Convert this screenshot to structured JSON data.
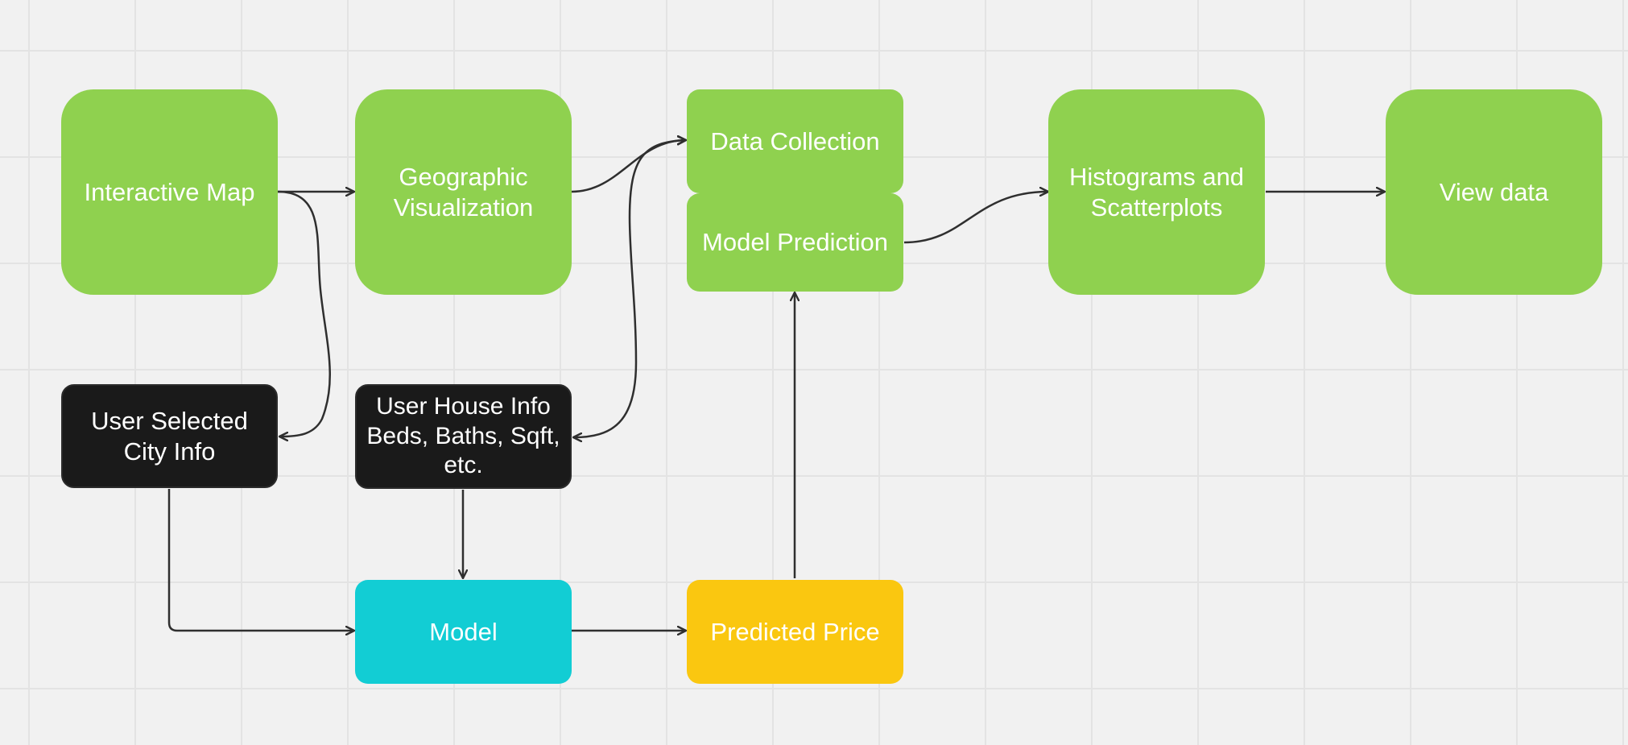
{
  "diagram": {
    "colors": {
      "background": "#f1f1f1",
      "grid": "#e3e3e3",
      "process": "#8fd14f",
      "input": "#1a1a1a",
      "model": "#12cdd4",
      "output": "#fac710",
      "connector": "#2f2f2f",
      "text": "#ffffff"
    },
    "nodes": {
      "interactive_map": {
        "label": "Interactive Map"
      },
      "geographic_visualization": {
        "line1": "Geographic",
        "line2": "Visualization"
      },
      "data_collection": {
        "label": "Data Collection"
      },
      "model_prediction": {
        "label": "Model Prediction"
      },
      "histograms_scatterplots": {
        "line1": "Histograms and",
        "line2": "Scatterplots"
      },
      "view_data": {
        "label": "View data"
      },
      "user_selected_city_info": {
        "line1": "User Selected",
        "line2": "City Info"
      },
      "user_house_info": {
        "line1": "User House Info",
        "line2": "Beds, Baths, Sqft,",
        "line3": "etc."
      },
      "model": {
        "label": "Model"
      },
      "predicted_price": {
        "label": "Predicted Price"
      }
    },
    "edges": [
      {
        "from": "Interactive Map",
        "to": "Geographic Visualization"
      },
      {
        "from": "Interactive Map",
        "to": "User Selected City Info"
      },
      {
        "from": "Geographic Visualization",
        "to": "Data Collection"
      },
      {
        "from": "User House Info",
        "to": "Data Collection",
        "bidirectional": true
      },
      {
        "from": "Model Prediction",
        "to": "Histograms and Scatterplots"
      },
      {
        "from": "Histograms and Scatterplots",
        "to": "View data"
      },
      {
        "from": "User Selected City Info",
        "to": "Model"
      },
      {
        "from": "User House Info",
        "to": "Model"
      },
      {
        "from": "Model",
        "to": "Predicted Price"
      },
      {
        "from": "Predicted Price",
        "to": "Model Prediction"
      }
    ]
  }
}
